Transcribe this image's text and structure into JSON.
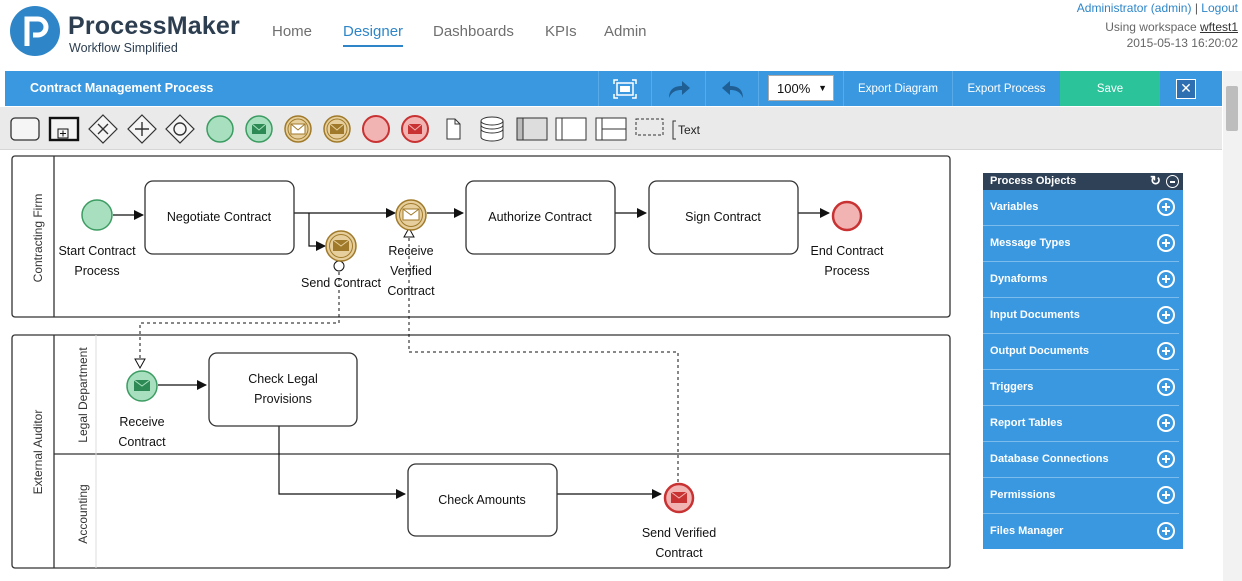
{
  "header": {
    "brand_title": "ProcessMaker",
    "brand_subtitle": "Workflow Simplified",
    "nav": [
      "Home",
      "Designer",
      "Dashboards",
      "KPIs",
      "Admin"
    ],
    "active_nav": "Designer",
    "user": "Administrator (admin)",
    "user_sep": "|",
    "logout": "Logout",
    "workspace_prefix": "Using workspace",
    "workspace": "wftest1",
    "datetime": "2015-05-13 16:20:02"
  },
  "toolbar": {
    "process_title": "Contract Management Process",
    "zoom": "100%",
    "export_diagram": "Export Diagram",
    "export_process": "Export Process",
    "save": "Save"
  },
  "shapes": {
    "text_tool": "Text"
  },
  "diagram": {
    "pools": {
      "contracting_firm": "Contracting Firm",
      "external_auditor": "External Auditor"
    },
    "lanes": {
      "legal_department": "Legal Department",
      "accounting": "Accounting"
    },
    "tasks": {
      "negotiate": "Negotiate Contract",
      "authorize": "Authorize Contract",
      "sign": "Sign Contract",
      "check_legal_1": "Check Legal",
      "check_legal_2": "Provisions",
      "check_amounts": "Check Amounts"
    },
    "events": {
      "start_1": "Start Contract",
      "start_2": "Process",
      "send_contract": "Send Contract",
      "receive_verified_1": "Receive",
      "receive_verified_2": "Verified",
      "receive_verified_3": "Contract",
      "end_1": "End Contract",
      "end_2": "Process",
      "receive_contract_1": "Receive",
      "receive_contract_2": "Contract",
      "send_verified_1": "Send Verified",
      "send_verified_2": "Contract"
    }
  },
  "panel": {
    "title": "Process Objects",
    "items": [
      "Variables",
      "Message Types",
      "Dynaforms",
      "Input Documents",
      "Output Documents",
      "Triggers",
      "Report Tables",
      "Database Connections",
      "Permissions",
      "Files Manager"
    ]
  },
  "colors": {
    "accent_blue": "#3a98e0",
    "save_green": "#2bc39a",
    "panel_header": "#2f4157",
    "start_event": "#a8e0bf",
    "end_event": "#f2b3b3",
    "intermediate_event": "#d9b97a"
  }
}
